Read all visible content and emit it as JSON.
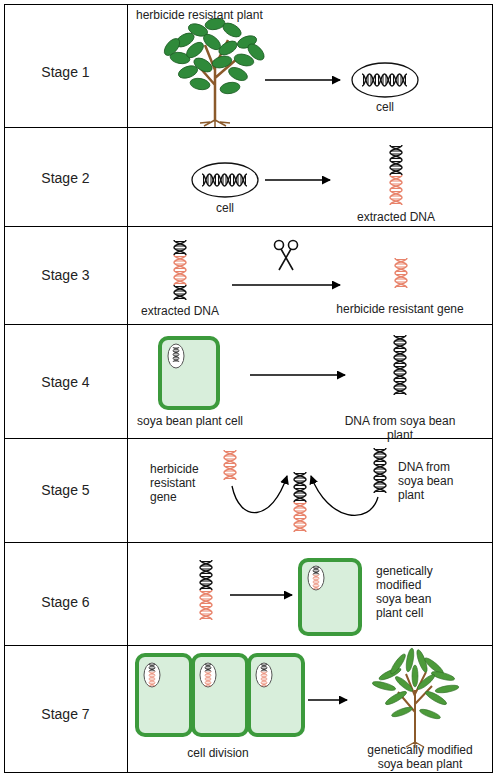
{
  "diagram": {
    "labels": [
      "Stage 1",
      "herbicide resistant plant",
      "cell",
      "Stage 2",
      "cell",
      "extracted DNA",
      "Stage 3",
      "extracted DNA",
      "herbicide resistant gene",
      "Stage 4",
      "soya bean plant cell",
      "DNA from soya bean plant",
      "Stage 5",
      "herbicide resistant gene",
      "DNA from soya bean plant",
      "Stage 6",
      "genetically modified soya bean plant cell",
      "Stage 7",
      "cell division",
      "genetically modified soya bean plant"
    ]
  }
}
